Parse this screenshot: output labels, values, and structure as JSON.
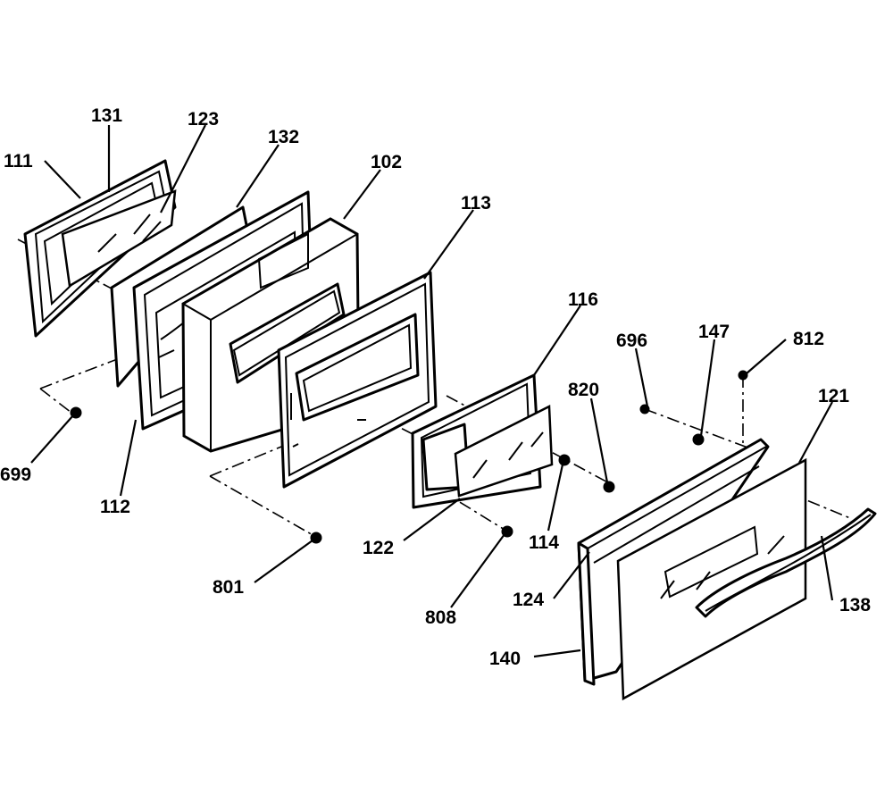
{
  "diagram": {
    "callouts": [
      {
        "id": "111",
        "text": "111"
      },
      {
        "id": "131",
        "text": "131"
      },
      {
        "id": "123",
        "text": "123"
      },
      {
        "id": "132",
        "text": "132"
      },
      {
        "id": "102",
        "text": "102"
      },
      {
        "id": "113",
        "text": "113"
      },
      {
        "id": "116",
        "text": "116"
      },
      {
        "id": "696",
        "text": "696"
      },
      {
        "id": "147",
        "text": "147"
      },
      {
        "id": "812",
        "text": "812"
      },
      {
        "id": "121",
        "text": "121"
      },
      {
        "id": "820",
        "text": "820"
      },
      {
        "id": "699",
        "text": "699"
      },
      {
        "id": "112",
        "text": "112"
      },
      {
        "id": "122",
        "text": "122"
      },
      {
        "id": "114",
        "text": "114"
      },
      {
        "id": "801",
        "text": "801"
      },
      {
        "id": "808",
        "text": "808"
      },
      {
        "id": "124",
        "text": "124"
      },
      {
        "id": "138",
        "text": "138"
      },
      {
        "id": "140",
        "text": "140"
      }
    ]
  }
}
